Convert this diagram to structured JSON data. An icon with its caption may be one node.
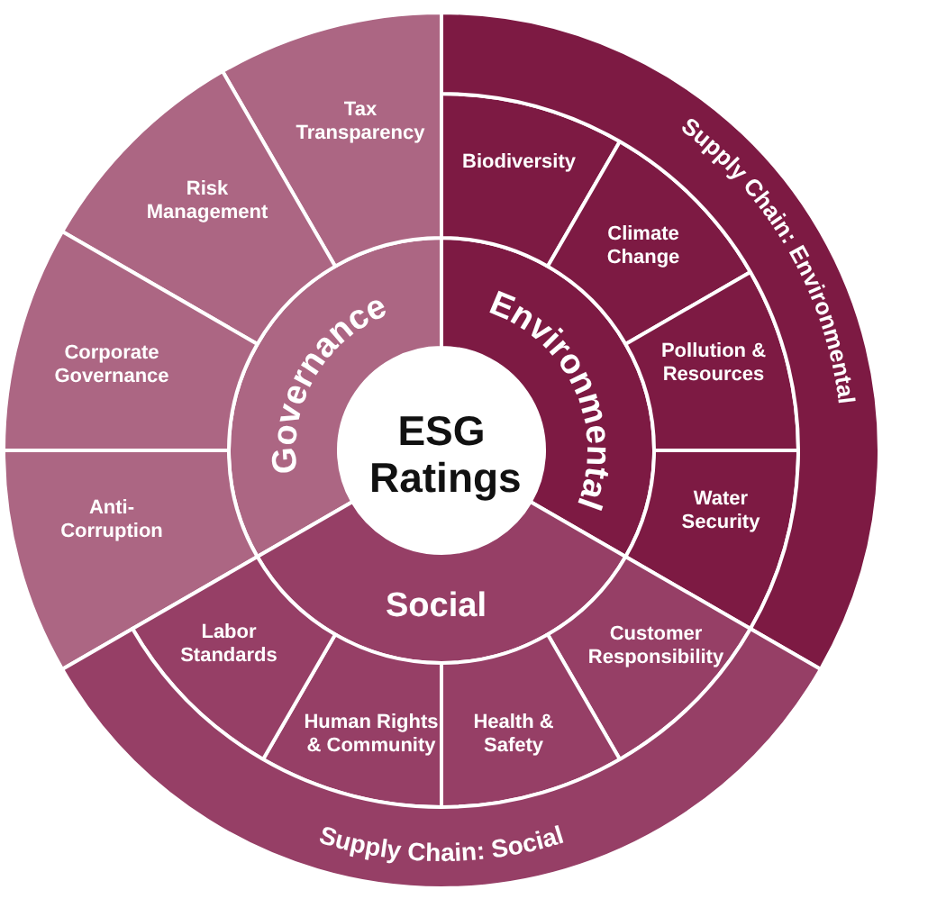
{
  "diagram": {
    "nodes": [
      {
        "text": [
          "ESG Ratings"
        ]
      },
      {
        "text": [
          "Governance"
        ]
      },
      {
        "text": [
          "Environmental"
        ]
      },
      {
        "text": [
          "Social"
        ]
      },
      {
        "text": [
          "Tax Transparency"
        ]
      },
      {
        "text": [
          "Risk Management"
        ]
      },
      {
        "text": [
          "Corporate Governance"
        ]
      },
      {
        "text": [
          "Anti-Corruption"
        ]
      },
      {
        "text": [
          "Biodiversity"
        ]
      },
      {
        "text": [
          "Climate Change"
        ]
      },
      {
        "text": [
          "Pollution & Resources"
        ]
      },
      {
        "text": [
          "Water Security"
        ]
      },
      {
        "text": [
          "Customer Responsibility"
        ]
      },
      {
        "text": [
          "Health & Safety"
        ]
      },
      {
        "text": [
          "Human Rights & Community"
        ]
      },
      {
        "text": [
          "Labor Standards"
        ]
      },
      {
        "text": [
          "Supply Chain: Environmental"
        ]
      },
      {
        "text": [
          "Supply Chain: Social"
        ]
      }
    ]
  }
}
